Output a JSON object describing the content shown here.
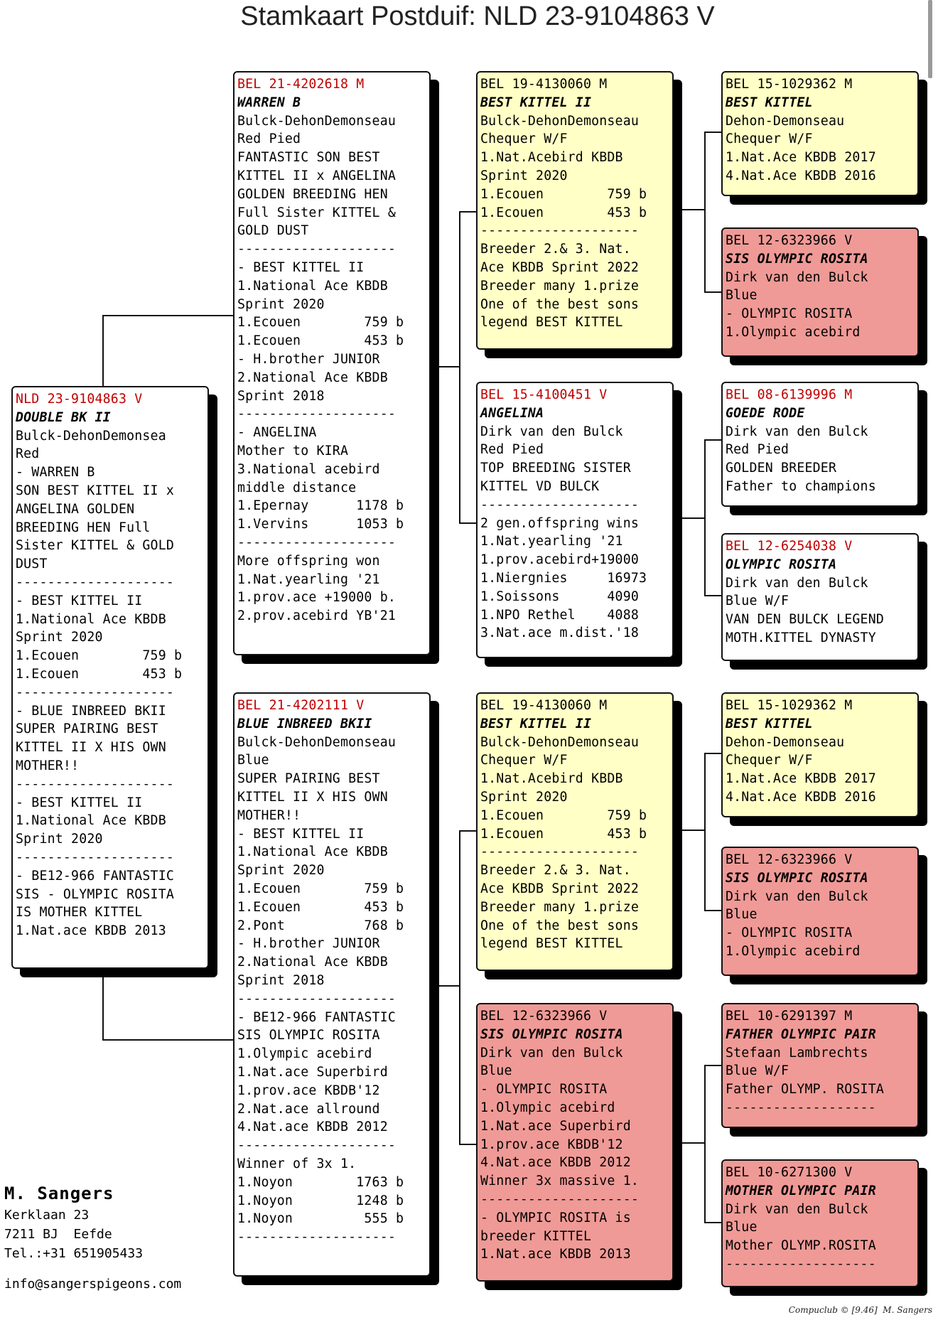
{
  "title": "Stamkaart Postduif: NLD 23-9104863 V",
  "cards": [
    {
      "id": "pigeon",
      "tone": "white",
      "lines": [
        "NLD 23-9104863 V",
        "DOUBLE BK II",
        "Bulck-DehonDemonsea",
        "Red",
        "- WARREN B",
        "SON BEST KITTEL II x",
        "ANGELINA GOLDEN",
        "BREEDING HEN Full",
        "Sister KITTEL & GOLD",
        "DUST",
        "--------------------",
        "- BEST KITTEL II",
        "1.National Ace KBDB",
        "Sprint 2020",
        "1.Ecouen        759 b",
        "1.Ecouen        453 b",
        "--------------------",
        "- BLUE INBREED BKII",
        "SUPER PAIRING BEST",
        "KITTEL II X HIS OWN",
        "MOTHER!!",
        "--------------------",
        "- BEST KITTEL II",
        "1.National Ace KBDB",
        "Sprint 2020",
        "--------------------",
        "- BE12-966 FANTASTIC",
        "SIS - OLYMPIC ROSITA",
        "IS MOTHER KITTEL",
        "1.Nat.ace KBDB 2013"
      ]
    },
    {
      "id": "sire",
      "tone": "white",
      "lines": [
        "BEL 21-4202618 M",
        "WARREN B",
        "Bulck-DehonDemonseau",
        "Red Pied",
        "FANTASTIC SON BEST",
        "KITTEL II x ANGELINA",
        "GOLDEN BREEDING HEN",
        "Full Sister KITTEL &",
        "GOLD DUST",
        "--------------------",
        "- BEST KITTEL II",
        "1.National Ace KBDB",
        "Sprint 2020",
        "1.Ecouen        759 b",
        "1.Ecouen        453 b",
        "- H.brother JUNIOR",
        "2.National Ace KBDB",
        "Sprint 2018",
        "--------------------",
        "- ANGELINA",
        "Mother to KIRA",
        "3.National acebird",
        "middle distance",
        "1.Epernay      1178 b",
        "1.Vervins      1053 b",
        "--------------------",
        "More offspring won",
        "1.Nat.yearling '21",
        "1.prov.ace +19000 b.",
        "2.prov.acebird YB'21"
      ]
    },
    {
      "id": "dam",
      "tone": "white",
      "lines": [
        "BEL 21-4202111 V",
        "BLUE INBREED BKII",
        "Bulck-DehonDemonseau",
        "Blue",
        "SUPER PAIRING BEST",
        "KITTEL II X HIS OWN",
        "MOTHER!!",
        "- BEST KITTEL II",
        "1.National Ace KBDB",
        "Sprint 2020",
        "1.Ecouen        759 b",
        "1.Ecouen        453 b",
        "2.Pont          768 b",
        "- H.brother JUNIOR",
        "2.National Ace KBDB",
        "Sprint 2018",
        "--------------------",
        "- BE12-966 FANTASTIC",
        "SIS OLYMPIC ROSITA",
        "1.Olympic acebird",
        "1.Nat.ace Superbird",
        "1.prov.ace KBDB'12",
        "2.Nat.ace allround",
        "4.Nat.ace KBDB 2012",
        "--------------------",
        "Winner of 3x 1.",
        "1.Noyon        1763 b",
        "1.Noyon        1248 b",
        "1.Noyon         555 b",
        "--------------------"
      ]
    },
    {
      "id": "ss",
      "tone": "yellow",
      "lines": [
        "BEL 19-4130060 M",
        "BEST KITTEL II",
        "Bulck-DehonDemonseau",
        "Chequer W/F",
        "1.Nat.Acebird KBDB",
        "Sprint 2020",
        "1.Ecouen        759 b",
        "1.Ecouen        453 b",
        "--------------------",
        "Breeder 2.& 3. Nat.",
        "Ace KBDB Sprint 2022",
        "Breeder many 1.prize",
        "One of the best sons",
        "legend BEST KITTEL"
      ]
    },
    {
      "id": "sd",
      "tone": "white",
      "lines": [
        "BEL 15-4100451 V",
        "ANGELINA",
        "Dirk van den Bulck",
        "Red Pied",
        "TOP BREEDING SISTER",
        "KITTEL VD BULCK",
        "--------------------",
        "2 gen.offspring wins",
        "1.Nat.yearling '21",
        "1.prov.acebird+19000",
        "1.Niergnies     16973",
        "1.Soissons      4090",
        "1.NPO Rethel    4088",
        "3.Nat.ace m.dist.'18"
      ]
    },
    {
      "id": "ds",
      "tone": "yellow",
      "lines": [
        "BEL 19-4130060 M",
        "BEST KITTEL II",
        "Bulck-DehonDemonseau",
        "Chequer W/F",
        "1.Nat.Acebird KBDB",
        "Sprint 2020",
        "1.Ecouen        759 b",
        "1.Ecouen        453 b",
        "--------------------",
        "Breeder 2.& 3. Nat.",
        "Ace KBDB Sprint 2022",
        "Breeder many 1.prize",
        "One of the best sons",
        "legend BEST KITTEL"
      ]
    },
    {
      "id": "dd",
      "tone": "red",
      "lines": [
        "BEL 12-6323966 V",
        "SIS OLYMPIC ROSITA",
        "Dirk van den Bulck",
        "Blue",
        "- OLYMPIC ROSITA",
        "1.Olympic acebird",
        "1.Nat.ace Superbird",
        "1.prov.ace KBDB'12",
        "4.Nat.ace KBDB 2012",
        "Winner 3x massive 1.",
        "--------------------",
        "- OLYMPIC ROSITA is",
        "breeder KITTEL",
        "1.Nat.ace KBDB 2013"
      ]
    },
    {
      "id": "sss",
      "tone": "yellow",
      "lines": [
        "BEL 15-1029362 M",
        "BEST KITTEL",
        "Dehon-Demonseau",
        "Chequer W/F",
        "1.Nat.Ace KBDB 2017",
        "4.Nat.Ace KBDB 2016"
      ]
    },
    {
      "id": "ssd",
      "tone": "red",
      "lines": [
        "BEL 12-6323966 V",
        "SIS OLYMPIC ROSITA",
        "Dirk van den Bulck",
        "Blue",
        "- OLYMPIC ROSITA",
        "1.Olympic acebird"
      ]
    },
    {
      "id": "sds",
      "tone": "white",
      "lines": [
        "BEL 08-6139996 M",
        "GOEDE RODE",
        "Dirk van den Bulck",
        "Red Pied",
        "GOLDEN BREEDER",
        "Father to champions"
      ]
    },
    {
      "id": "sdd",
      "tone": "white",
      "lines": [
        "BEL 12-6254038 V",
        "OLYMPIC ROSITA",
        "Dirk van den Bulck",
        "Blue W/F",
        "VAN DEN BULCK LEGEND",
        "MOTH.KITTEL DYNASTY"
      ]
    },
    {
      "id": "dss",
      "tone": "yellow",
      "lines": [
        "BEL 15-1029362 M",
        "BEST KITTEL",
        "Dehon-Demonseau",
        "Chequer W/F",
        "1.Nat.Ace KBDB 2017",
        "4.Nat.Ace KBDB 2016"
      ]
    },
    {
      "id": "dsd",
      "tone": "red",
      "lines": [
        "BEL 12-6323966 V",
        "SIS OLYMPIC ROSITA",
        "Dirk van den Bulck",
        "Blue",
        "- OLYMPIC ROSITA",
        "1.Olympic acebird"
      ]
    },
    {
      "id": "dds",
      "tone": "red",
      "lines": [
        "BEL 10-6291397 M",
        "FATHER OLYMPIC PAIR",
        "Stefaan Lambrechts",
        "Blue W/F",
        "Father OLYMP. ROSITA",
        "-------------------"
      ]
    },
    {
      "id": "ddd",
      "tone": "red",
      "lines": [
        "BEL 10-6271300 V",
        "MOTHER OLYMPIC PAIR",
        "Dirk van den Bulck",
        "Blue",
        "Mother OLYMP.ROSITA",
        "-------------------"
      ]
    }
  ],
  "owner": {
    "name": "M. Sangers",
    "lines": [
      "Kerklaan 23",
      "7211 BJ  Eefde",
      "Tel.:+31 651905433"
    ],
    "email": "info@sangerspigeons.com"
  },
  "footer": "Compuclub © [9.46]  M. Sangers",
  "colors": {
    "yellow": "#ffffc6",
    "red": "#ef9a96",
    "id_red": "#c00000"
  }
}
